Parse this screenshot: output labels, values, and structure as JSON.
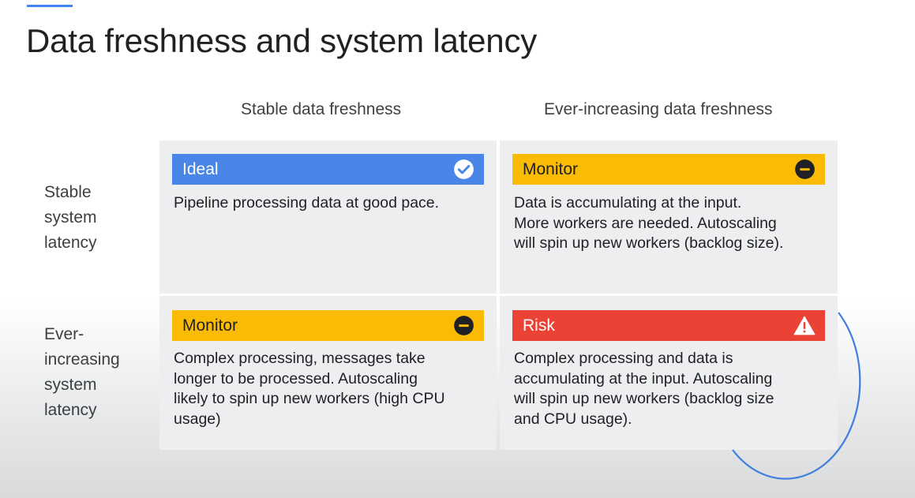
{
  "slide": {
    "title": "Data freshness and system latency"
  },
  "columns": [
    "Stable data freshness",
    "Ever-increasing data freshness"
  ],
  "rows": [
    [
      "Stable",
      "system",
      "latency"
    ],
    [
      "Ever-",
      "increasing",
      "system",
      "latency"
    ]
  ],
  "cells": [
    {
      "status": "Ideal",
      "icon": "check-circle-icon",
      "color": "#4a86e8",
      "lines": [
        "Pipeline processing data at good pace."
      ]
    },
    {
      "status": "Monitor",
      "icon": "minus-circle-icon",
      "color": "#f9bb06",
      "lines": [
        "Data is accumulating at the input.",
        "More workers are needed. Autoscaling",
        "will spin up new workers (backlog size)."
      ]
    },
    {
      "status": "Monitor",
      "icon": "minus-circle-icon",
      "color": "#f9bb06",
      "lines": [
        "Complex processing, messages take",
        "longer to be processed. Autoscaling",
        "likely to spin up new workers (high CPU",
        "usage)"
      ]
    },
    {
      "status": "Risk",
      "icon": "warning-triangle-icon",
      "color": "#ea4335",
      "lines": [
        "Complex processing and data is",
        "accumulating at the input. Autoscaling",
        "will spin up new workers (backlog size",
        "and CPU usage)."
      ]
    }
  ],
  "colors": {
    "accent": "#4285f4",
    "cell_background": "#eceeef",
    "highlight_circle": "#3f7ee0"
  }
}
